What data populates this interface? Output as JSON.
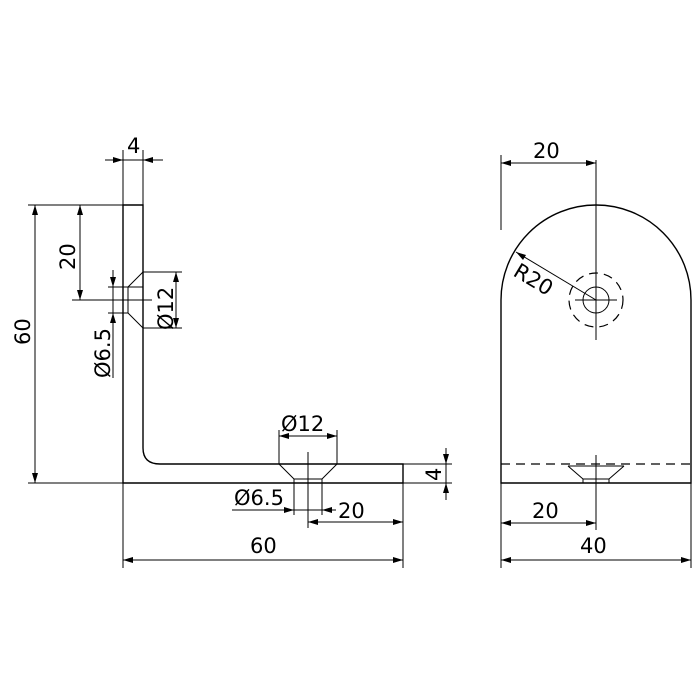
{
  "dimensions": {
    "side_thickness_top": "4",
    "side_hole_offset": "20",
    "side_total_height": "60",
    "side_counterbore_dia": "Ø12",
    "side_hole_dia": "Ø6.5",
    "bottom_counterbore_dia": "Ø12",
    "bottom_hole_dia": "Ø6.5",
    "bottom_hole_offset": "20",
    "bottom_total_length": "60",
    "bottom_thickness": "4",
    "front_top_offset": "20",
    "front_radius": "R20",
    "front_bottom_offset": "20",
    "front_total_width": "40"
  },
  "colors": {
    "line": "#000000",
    "background": "#ffffff"
  }
}
